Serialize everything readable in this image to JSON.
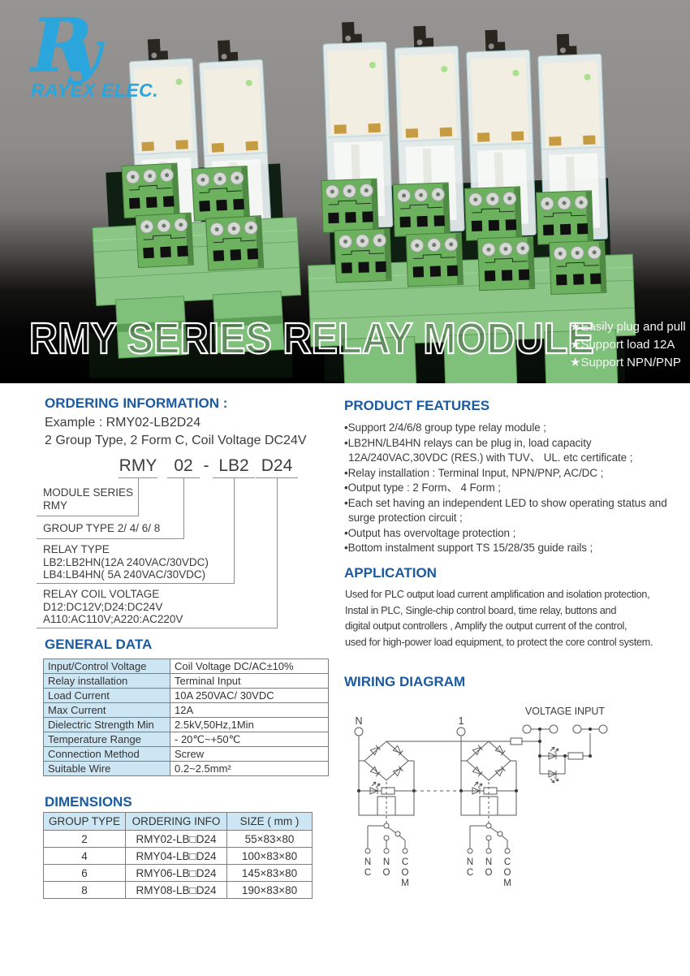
{
  "brand": {
    "glyph": "Ry",
    "name": "RAYEX ELEC."
  },
  "hero": {
    "title": "RMY SERIES RELAY MODULE",
    "bullets": [
      "★Easily plug and pull",
      "★Support load 12A",
      "★Support NPN/PNP"
    ]
  },
  "ordering": {
    "heading": "ORDERING INFORMATION :",
    "example1": "Example : RMY02-LB2D24",
    "example2": "2 Group Type, 2 Form C, Coil Voltage DC24V",
    "code": {
      "p0": "RMY",
      "p1": "02",
      "dash": "-",
      "p2": "LB2",
      "p3": "D24"
    },
    "labels": {
      "module": [
        "MODULE SERIES",
        "RMY"
      ],
      "group": [
        "GROUP TYPE 2/ 4/ 6/ 8"
      ],
      "relay": [
        "RELAY TYPE",
        "LB2:LB2HN(12A 240VAC/30VDC)",
        "LB4:LB4HN( 5A 240VAC/30VDC)"
      ],
      "coil": [
        "RELAY COIL VOLTAGE",
        "D12:DC12V;D24:DC24V",
        "A110:AC110V;A220:AC220V"
      ]
    }
  },
  "general": {
    "heading": "GENERAL DATA",
    "rows": [
      [
        "Input/Control Voltage",
        "Coil Voltage DC/AC±10%"
      ],
      [
        "Relay installation",
        "Terminal Input"
      ],
      [
        "Load Current",
        "10A 250VAC/ 30VDC"
      ],
      [
        "Max Current",
        "12A"
      ],
      [
        "Dielectric Strength Min",
        "2.5kV,50Hz,1Min"
      ],
      [
        "Temperature Range",
        "- 20℃~+50℃"
      ],
      [
        "Connection Method",
        "Screw"
      ],
      [
        "Suitable Wire",
        "0.2~2.5mm²"
      ]
    ]
  },
  "dimensions": {
    "heading": "DIMENSIONS",
    "columns": [
      "GROUP TYPE",
      "ORDERING INFO",
      "SIZE ( mm )"
    ],
    "rows": [
      [
        "2",
        "RMY02-LB□D24",
        "55×83×80"
      ],
      [
        "4",
        "RMY04-LB□D24",
        "100×83×80"
      ],
      [
        "6",
        "RMY06-LB□D24",
        "145×83×80"
      ],
      [
        "8",
        "RMY08-LB□D24",
        "190×83×80"
      ]
    ]
  },
  "features": {
    "heading": "PRODUCT FEATURES",
    "lines": [
      "•Support 2/4/6/8 group type relay module ;",
      "•LB2HN/LB4HN relays can be plug in, load capacity",
      "12A/240VAC,30VDC (RES.) with TUV、 UL. etc certificate ;",
      "•Relay installation : Terminal Input, NPN/PNP, AC/DC ;",
      "•Output type : 2 Form、 4 Form ;",
      "•Each set having an independent LED to show operating status and",
      "surge protection circuit ;",
      "•Output has overvoltage protection ;",
      "•Bottom instalment support TS 15/28/35 guide rails ;"
    ]
  },
  "application": {
    "heading": "APPLICATION",
    "lines": [
      "Used for PLC output load current amplification and isolation protection,",
      "Instal in PLC, Single-chip control board, time relay, buttons and",
      "digital output controllers , Amplify the output current of the control,",
      "used for high-power load equipment, to protect the core control system."
    ]
  },
  "wiring": {
    "heading": "WIRING DIAGRAM",
    "n": "N",
    "one": "1",
    "voltage": "VOLTAGE INPUT",
    "nc": [
      "N",
      "C"
    ],
    "no": [
      "N",
      "O"
    ],
    "com": [
      "C",
      "O",
      "M"
    ]
  }
}
